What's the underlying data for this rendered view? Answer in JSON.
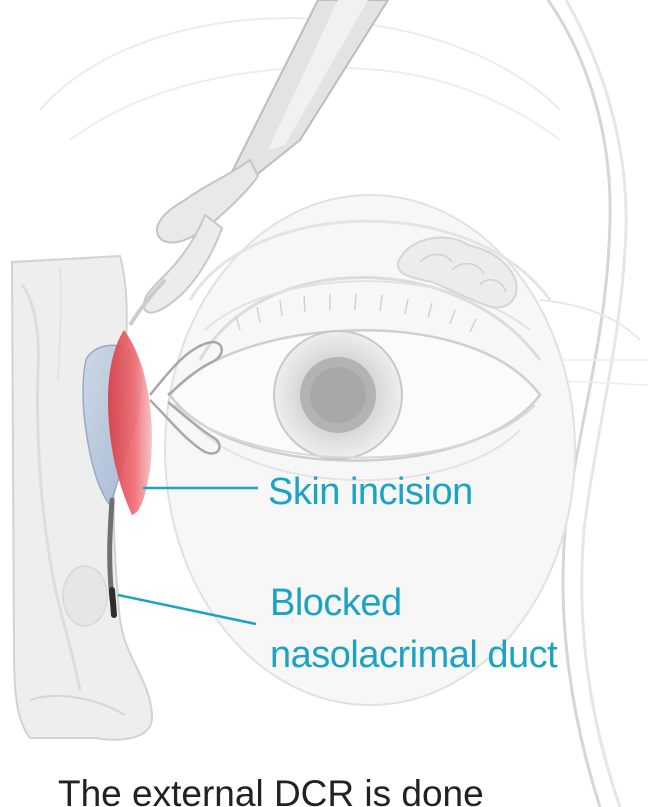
{
  "labels": {
    "skin_incision": "Skin incision",
    "blocked_line1": "Blocked",
    "blocked_line2": "nasolacrimal duct"
  },
  "caption": "The external DCR is done",
  "colors": {
    "label_cyan": "#1aa3c4",
    "incision_red": "#e05a5f",
    "caption_text": "#222222"
  }
}
